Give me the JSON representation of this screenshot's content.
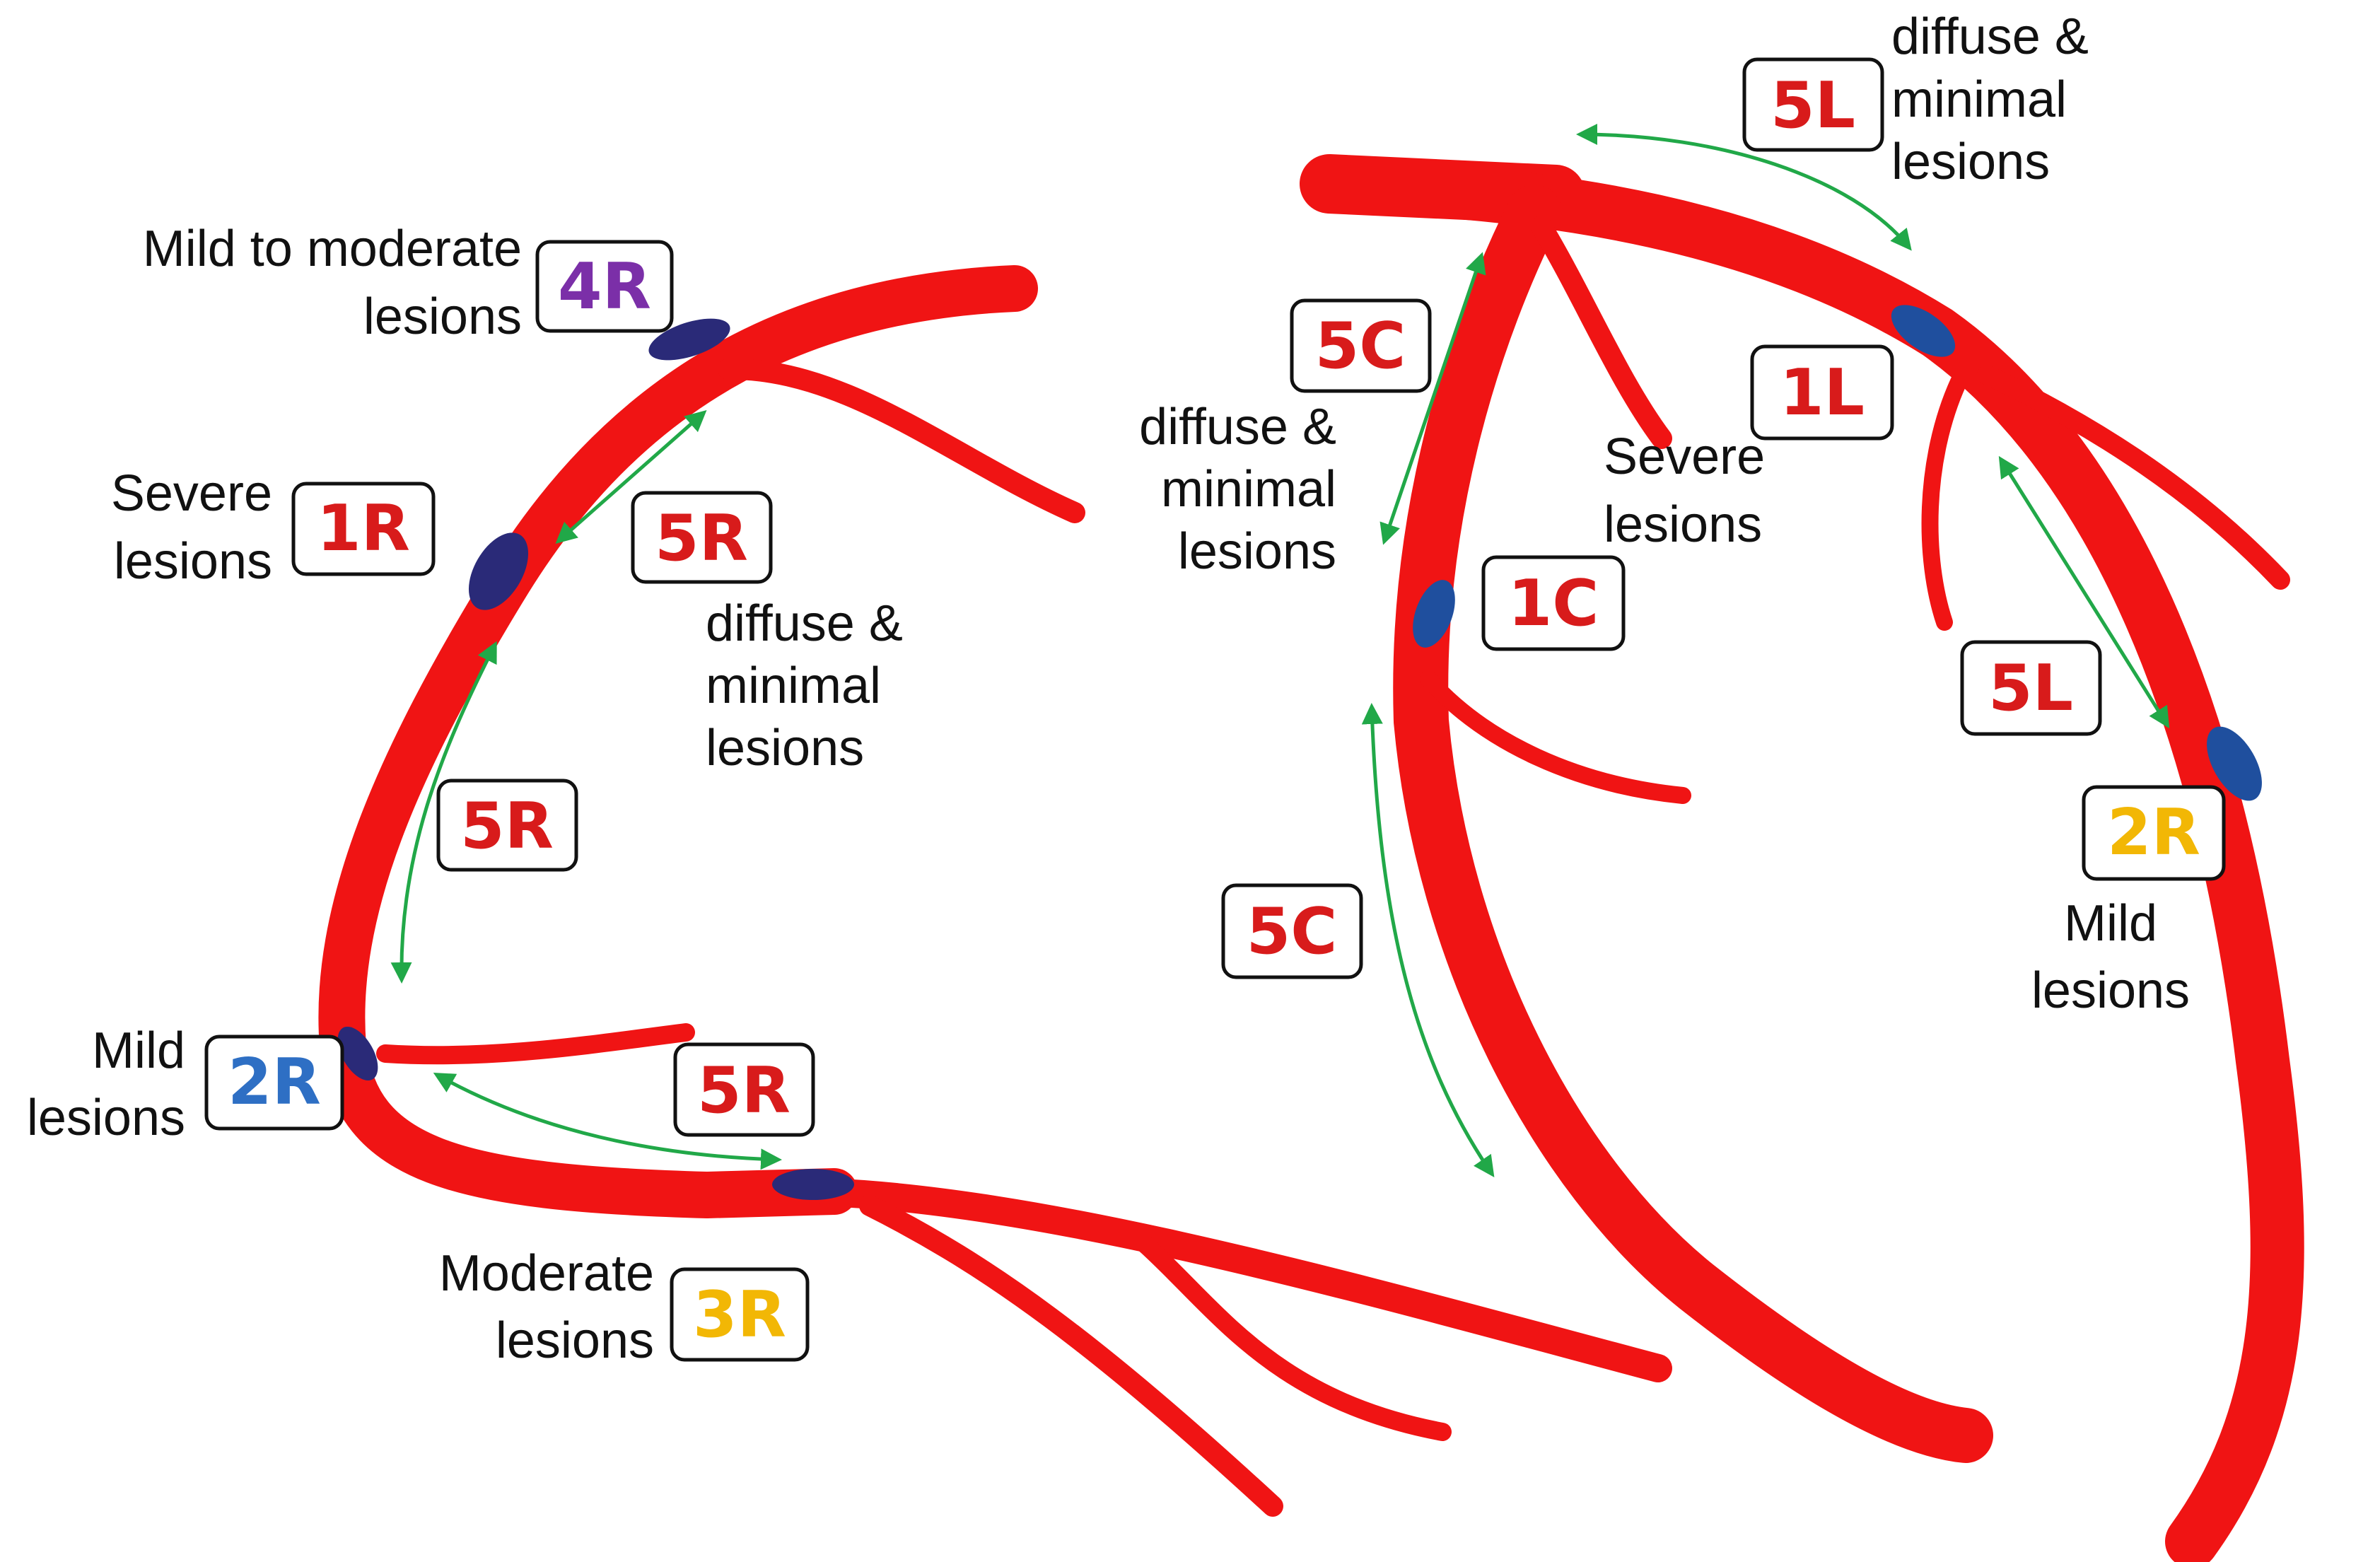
{
  "colors": {
    "vessel": "#f01414",
    "lesion_dark": "#2a2a78",
    "lesion_blue": "#1f4f9e",
    "arrow": "#21a848",
    "code_red": "#d81b1b",
    "code_purple": "#7b2fa8",
    "code_blue": "#2e6fc4",
    "code_yellow": "#f2b705"
  },
  "labels": {
    "r4_caption_1": "Mild to moderate",
    "r4_caption_2": "lesions",
    "r4_code": "4R",
    "r1_caption_1": "Severe",
    "r1_caption_2": "lesions",
    "r1_code": "1R",
    "r5a_code": "5R",
    "r5a_caption_1": "diffuse &",
    "r5a_caption_2": "minimal",
    "r5a_caption_3": "lesions",
    "r5b_code": "5R",
    "r2_caption_1": "Mild",
    "r2_caption_2": "lesions",
    "r2_code": "2R",
    "r5c_code": "5R",
    "r3_caption_1": "Moderate",
    "r3_caption_2": "lesions",
    "r3_code": "3R",
    "l5a_code": "5L",
    "l5a_caption_1": "diffuse &",
    "l5a_caption_2": "minimal",
    "l5a_caption_3": "lesions",
    "c5a_code": "5C",
    "c5a_caption_1": "diffuse &",
    "c5a_caption_2": "minimal",
    "c5a_caption_3": "lesions",
    "l1_code": "1L",
    "l1_caption_1": "Severe",
    "l1_caption_2": "lesions",
    "c1_code": "1C",
    "l5b_code": "5L",
    "c5b_code": "5C",
    "l2_code": "2R",
    "l2_caption_1": "Mild",
    "l2_caption_2": "lesions"
  }
}
